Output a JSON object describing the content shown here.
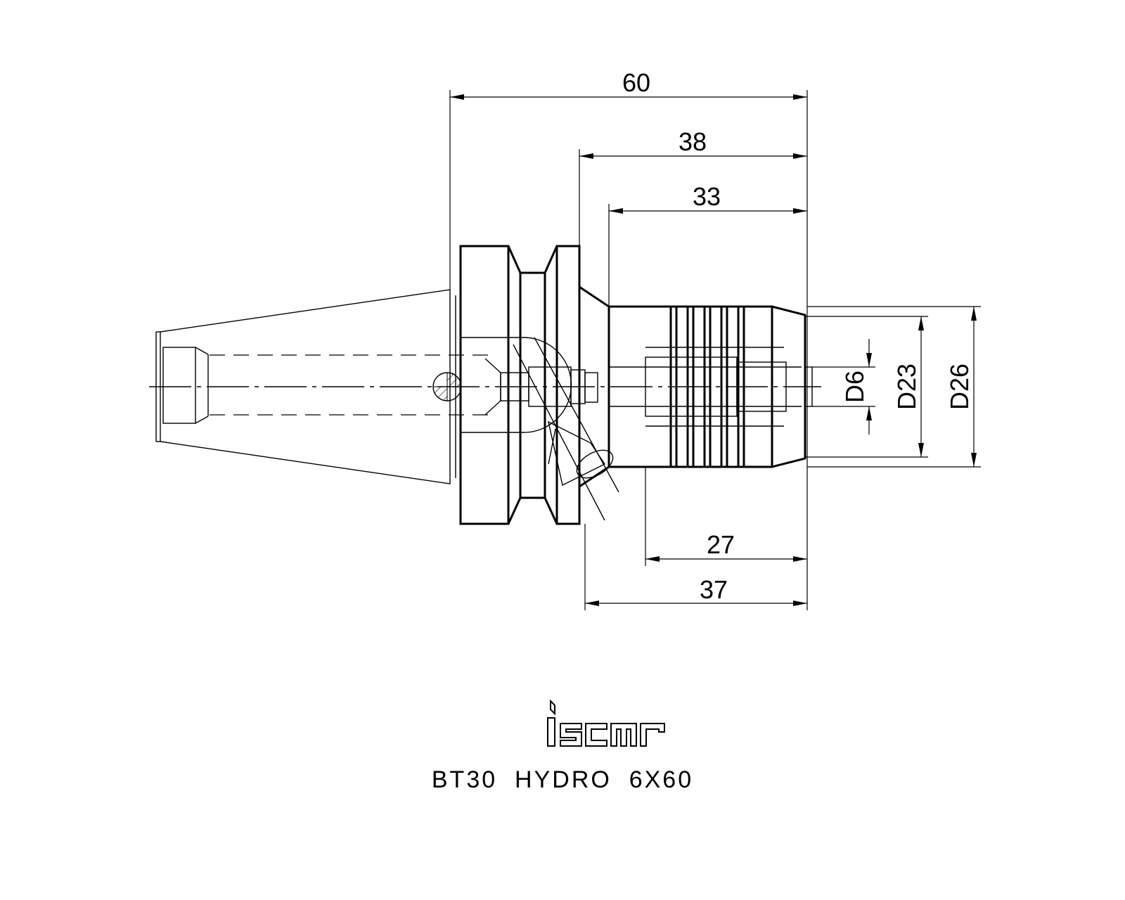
{
  "drawing": {
    "dimensions": {
      "overall_length": "60",
      "flange_to_end": "38",
      "shank_length": "33",
      "clamp_length_min": "27",
      "clamp_length": "37",
      "bore_diameter": "D6",
      "clamp_diameter": "D23",
      "body_diameter": "D26"
    },
    "logo_text": "iscar",
    "product_name": "BT30  HYDRO  6X60"
  }
}
